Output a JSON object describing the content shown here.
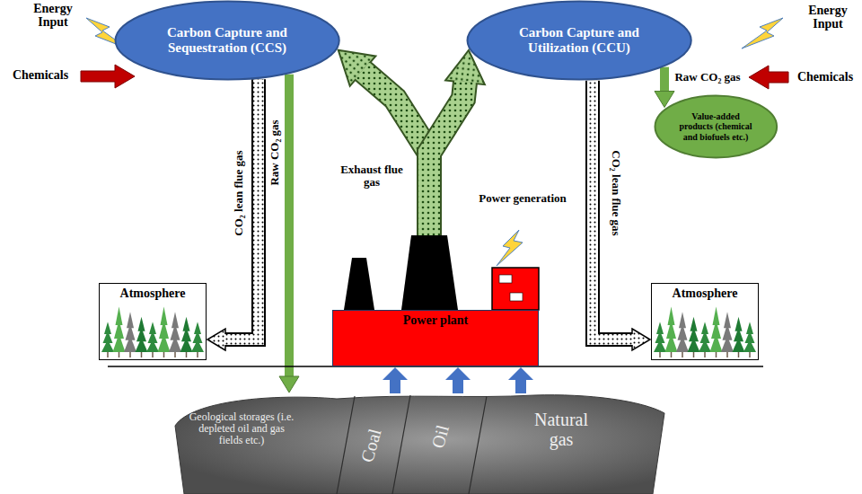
{
  "diagram": {
    "nodes": [
      {
        "text": [
          "Carbon Capture and Sequestration (CCS)"
        ]
      },
      {
        "text": [
          "Carbon Capture and Utilization (CCU)"
        ]
      },
      {
        "text": [
          "Value-added products (chemical and biofuels etc.)"
        ]
      },
      {
        "text": [
          "Atmosphere"
        ]
      },
      {
        "text": [
          "Power plant"
        ]
      },
      {
        "text": [
          "Atmosphere"
        ]
      },
      {
        "text": [
          "Geological storages (i.e. depleted oil and gas fields etc.)",
          "Coal",
          "Oil",
          "Natural gas"
        ]
      }
    ],
    "edges": [
      {
        "from": 0,
        "to": 3,
        "arrow": "to",
        "label": "CO₂ lean flue gas"
      },
      {
        "from": 0,
        "to": 6,
        "arrow": "to",
        "label": "Raw CO₂ gas"
      },
      {
        "from": 1,
        "to": 5,
        "arrow": "to",
        "label": "CO₂ lean flue gas"
      },
      {
        "from": 1,
        "to": 2,
        "arrow": "to",
        "label": "Raw CO₂ gas"
      },
      {
        "from": 4,
        "to": 0,
        "arrow": "to"
      },
      {
        "from": 4,
        "to": 1,
        "arrow": "to"
      },
      {
        "from": 6,
        "to": 4,
        "arrow": "to"
      },
      {
        "from": 6,
        "to": 4,
        "arrow": "to"
      },
      {
        "from": 6,
        "to": 4,
        "arrow": "to"
      }
    ],
    "labels": [
      "Energy Input",
      "Energy Input",
      "Chemicals",
      "Chemicals",
      "Exhaust flue gas",
      "Power generation"
    ]
  }
}
